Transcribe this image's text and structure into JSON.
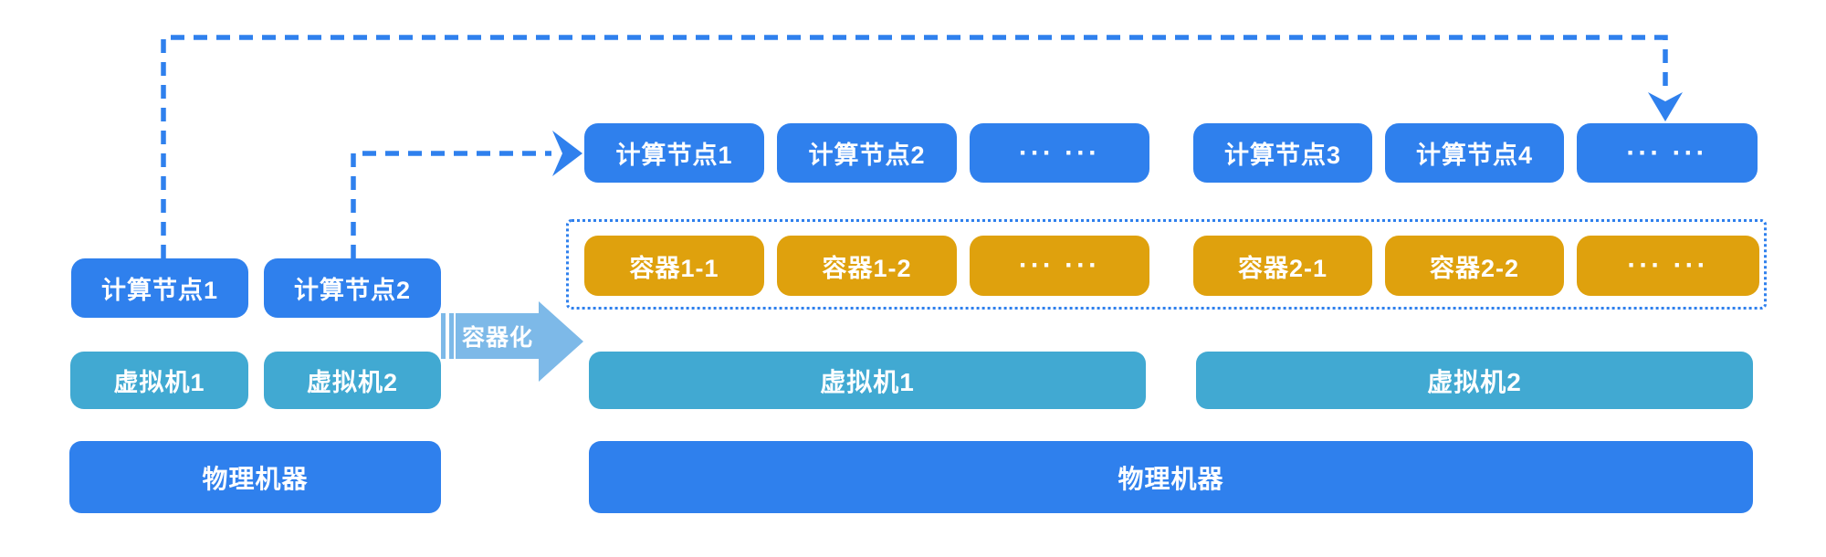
{
  "left_stack": {
    "compute_nodes": [
      "计算节点1",
      "计算节点2"
    ],
    "vms": [
      "虚拟机1",
      "虚拟机2"
    ],
    "physical": "物理机器"
  },
  "transform_arrow": {
    "label": "容器化"
  },
  "right_stack": {
    "compute_nodes": [
      "计算节点1",
      "计算节点2",
      "··· ···",
      "计算节点3",
      "计算节点4",
      "··· ···"
    ],
    "containers": [
      "容器1-1",
      "容器1-2",
      "··· ···",
      "容器2-1",
      "容器2-2",
      "··· ···"
    ],
    "vms": [
      "虚拟机1",
      "虚拟机2"
    ],
    "physical": "物理机器"
  },
  "colors": {
    "node_blue": "#2F80ED",
    "vm_teal": "#41A9D2",
    "container_orange": "#DFA10D",
    "arrow_light_blue": "#7DB9E8",
    "connector_blue": "#2F80ED"
  }
}
